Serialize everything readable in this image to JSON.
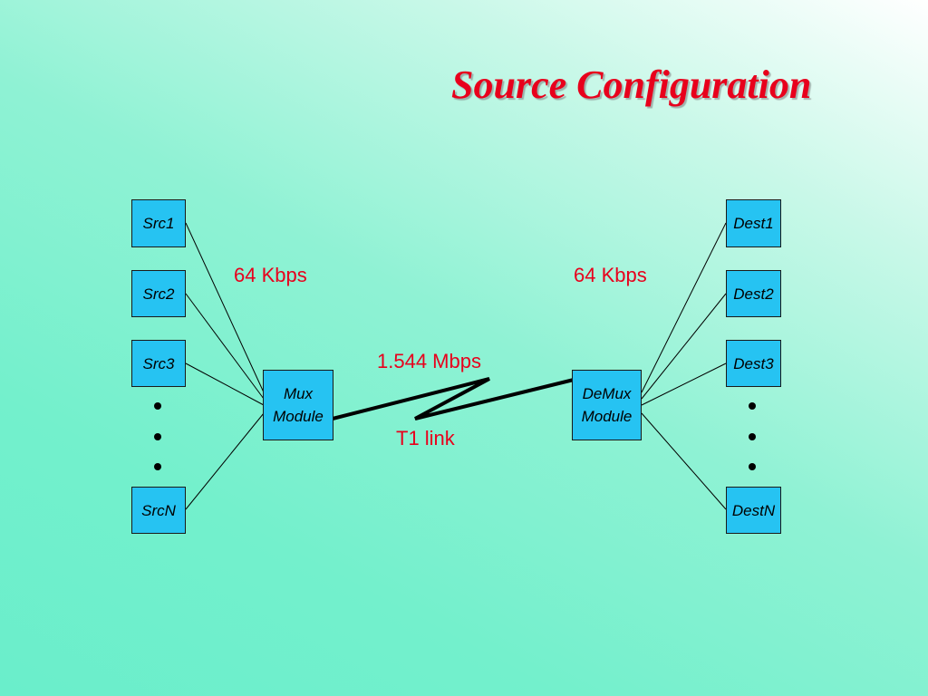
{
  "title": "Source Configuration",
  "sources": [
    "Src1",
    "Src2",
    "Src3",
    "SrcN"
  ],
  "destinations": [
    "Dest1",
    "Dest2",
    "Dest3",
    "DestN"
  ],
  "mux": {
    "line1": "Mux",
    "line2": "Module"
  },
  "demux": {
    "line1": "DeMux",
    "line2": "Module"
  },
  "labels": {
    "src_rate": "64 Kbps",
    "dest_rate": "64 Kbps",
    "link_rate": "1.544 Mbps",
    "link_name": "T1 link"
  },
  "colors": {
    "title": "#e8001c",
    "box_fill": "#26c3f2",
    "label": "#e8001c",
    "background": "#6aeecb"
  }
}
